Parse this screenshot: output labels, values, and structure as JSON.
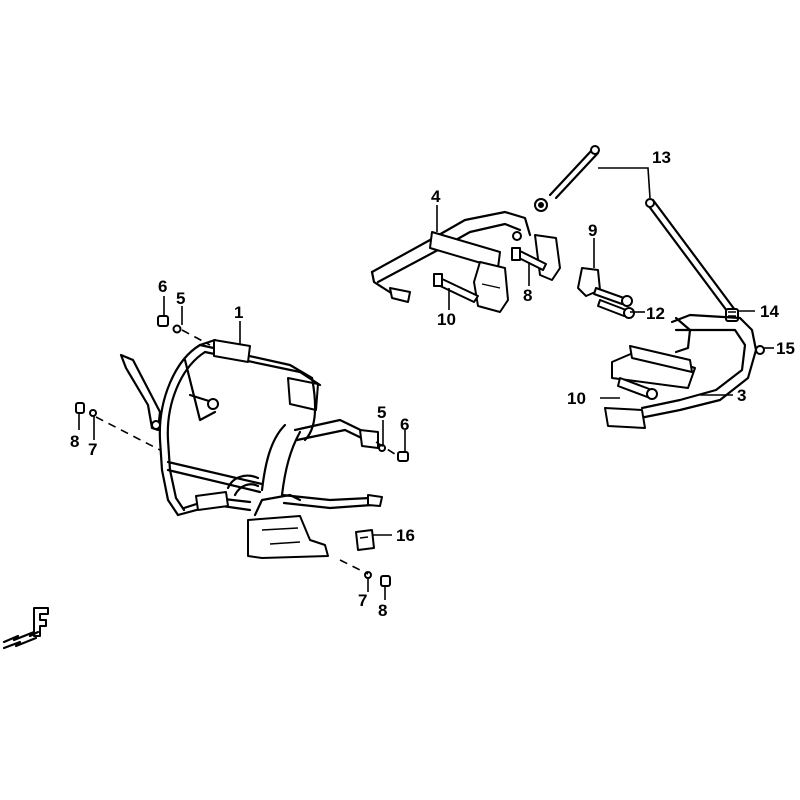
{
  "callouts": {
    "c1": "1",
    "c3": "3",
    "c4": "4",
    "c5a": "5",
    "c5b": "5",
    "c6a": "6",
    "c6b": "6",
    "c7a": "7",
    "c7b": "7",
    "c8a": "8",
    "c8b": "8",
    "c8c": "8",
    "c9": "9",
    "c10a": "10",
    "c10b": "10",
    "c12": "12",
    "c13": "13",
    "c14": "14",
    "c15": "15",
    "c16": "16"
  },
  "front_indicator": {
    "letter": "F",
    "icon": "front-direction-arrow-icon"
  },
  "colors": {
    "line": "#000000",
    "background": "#ffffff"
  }
}
